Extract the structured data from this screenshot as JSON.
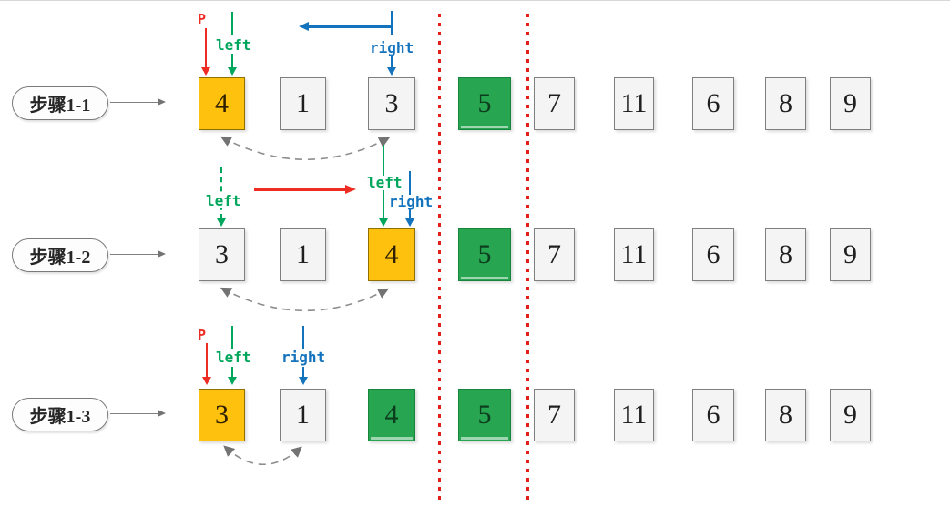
{
  "diagram": {
    "labels": {
      "p": "P",
      "left": "left",
      "right": "right"
    },
    "colors": {
      "pivot_fill": "#FEC10D",
      "done_fill": "#27A551",
      "plain_fill": "#F4F4F4",
      "pointer_red": "#ED2D24",
      "pointer_green": "#00A65C",
      "pointer_blue": "#1473BD",
      "connector_gray": "#808080",
      "divider_red": "#E32017"
    },
    "rows": [
      {
        "step_label": "步骤1-1",
        "cells": [
          {
            "value": "4",
            "variant": "pivot"
          },
          {
            "value": "1",
            "variant": "plain"
          },
          {
            "value": "3",
            "variant": "plain"
          },
          {
            "value": "5",
            "variant": "done"
          },
          {
            "value": "7",
            "variant": "plain"
          },
          {
            "value": "11",
            "variant": "plain"
          },
          {
            "value": "6",
            "variant": "plain"
          },
          {
            "value": "8",
            "variant": "plain"
          },
          {
            "value": "9",
            "variant": "plain"
          }
        ]
      },
      {
        "step_label": "步骤1-2",
        "cells": [
          {
            "value": "3",
            "variant": "plain"
          },
          {
            "value": "1",
            "variant": "plain"
          },
          {
            "value": "4",
            "variant": "pivot"
          },
          {
            "value": "5",
            "variant": "done"
          },
          {
            "value": "7",
            "variant": "plain"
          },
          {
            "value": "11",
            "variant": "plain"
          },
          {
            "value": "6",
            "variant": "plain"
          },
          {
            "value": "8",
            "variant": "plain"
          },
          {
            "value": "9",
            "variant": "plain"
          }
        ]
      },
      {
        "step_label": "步骤1-3",
        "cells": [
          {
            "value": "3",
            "variant": "pivot"
          },
          {
            "value": "1",
            "variant": "plain"
          },
          {
            "value": "4",
            "variant": "done"
          },
          {
            "value": "5",
            "variant": "done"
          },
          {
            "value": "7",
            "variant": "plain"
          },
          {
            "value": "11",
            "variant": "plain"
          },
          {
            "value": "6",
            "variant": "plain"
          },
          {
            "value": "8",
            "variant": "plain"
          },
          {
            "value": "9",
            "variant": "plain"
          }
        ]
      }
    ]
  }
}
